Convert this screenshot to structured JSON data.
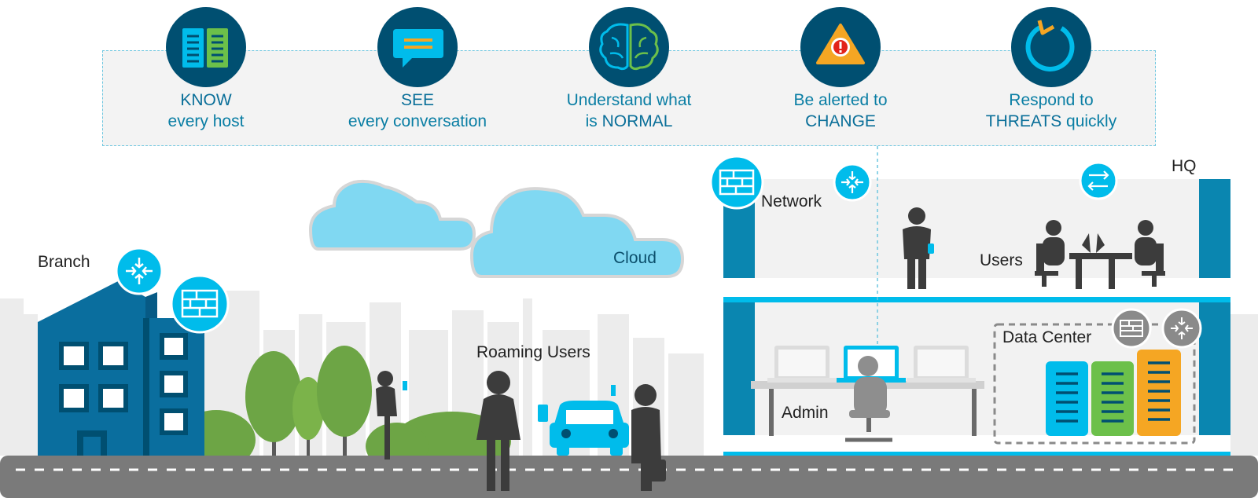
{
  "banner": {
    "items": [
      {
        "icon": "document-columns-icon",
        "lines": [
          [
            "KNOW"
          ],
          [
            "every host"
          ]
        ]
      },
      {
        "icon": "chat-bubble-icon",
        "lines": [
          [
            "SEE"
          ],
          [
            "every conversation"
          ]
        ]
      },
      {
        "icon": "brain-icon",
        "lines": [
          [
            "Understand what"
          ],
          [
            "is ",
            "NORMAL"
          ]
        ]
      },
      {
        "icon": "warning-triangle-icon",
        "lines": [
          [
            "Be alerted to"
          ],
          [
            "CHANGE"
          ]
        ]
      },
      {
        "icon": "circular-arrow-icon",
        "lines": [
          [
            "Respond to"
          ],
          [
            "THREATS",
            " quickly"
          ]
        ]
      }
    ]
  },
  "labels": {
    "branch": "Branch",
    "cloud": "Cloud",
    "roaming_users": "Roaming Users",
    "network": "Network",
    "hq": "HQ",
    "users": "Users",
    "admin": "Admin",
    "data_center": "Data Center"
  },
  "colors": {
    "navy": "#004f71",
    "accent_blue": "#00bceb",
    "teal_building": "#0a86b0",
    "green": "#6cc04a",
    "orange": "#f5a623",
    "road": "#7a7a7a",
    "person": "#3c3c3c",
    "skyline": "#ededed"
  }
}
